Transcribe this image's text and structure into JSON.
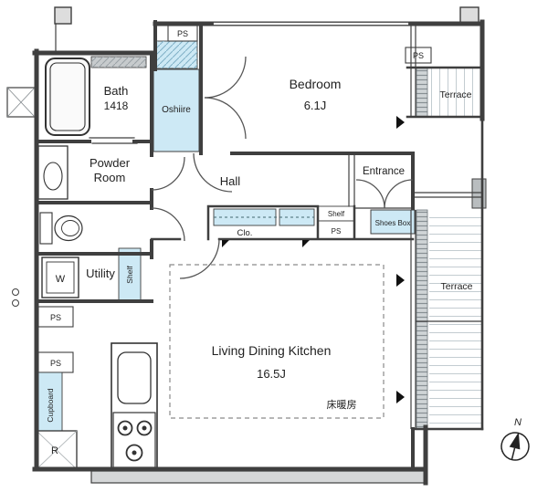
{
  "plan": {
    "type": "apartment-floor-plan",
    "labels": {
      "bath_name": "Bath",
      "bath_size": "1418",
      "oshiire": "Oshiire",
      "bedroom_name": "Bedroom",
      "bedroom_size": "6.1J",
      "terrace_top": "Terrace",
      "terrace_right": "Terrace",
      "powder_line1": "Powder",
      "powder_line2": "Room",
      "hall": "Hall",
      "entrance": "Entrance",
      "shoes_box": "Shoes Box",
      "closet": "Clo.",
      "shelf_mid": "Shelf",
      "shelf_utility": "Shelf",
      "utility": "Utility",
      "washer": "W",
      "ldk_name": "Living Dining Kitchen",
      "ldk_size": "16.5J",
      "floor_heating": "床暖房",
      "cupboard": "Cupboard",
      "fridge": "R",
      "compass_north": "N",
      "ps_top": "PS",
      "ps_top_right": "PS",
      "ps_mid": "PS",
      "ps_left_upper": "PS",
      "ps_left_lower": "PS"
    },
    "colors": {
      "fixture_fill": "#cde9f5",
      "wall": "#3f3f3f",
      "gray_fill": "#d5d7d8",
      "background": "#ffffff"
    }
  }
}
